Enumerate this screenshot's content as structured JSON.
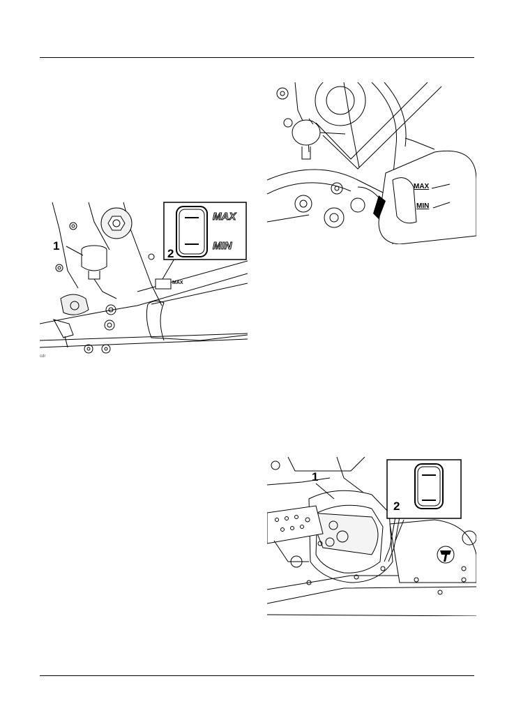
{
  "figure1": {
    "callout_1": "1",
    "callout_2": "2",
    "inset_max": "MAX",
    "inset_min": "MIN",
    "reservoir_max": "MAX",
    "image_code": "cdr"
  },
  "figure2": {
    "label_max": "MAX",
    "label_min": "MIN"
  },
  "figure3": {
    "callout_1": "1",
    "callout_2": "2"
  }
}
